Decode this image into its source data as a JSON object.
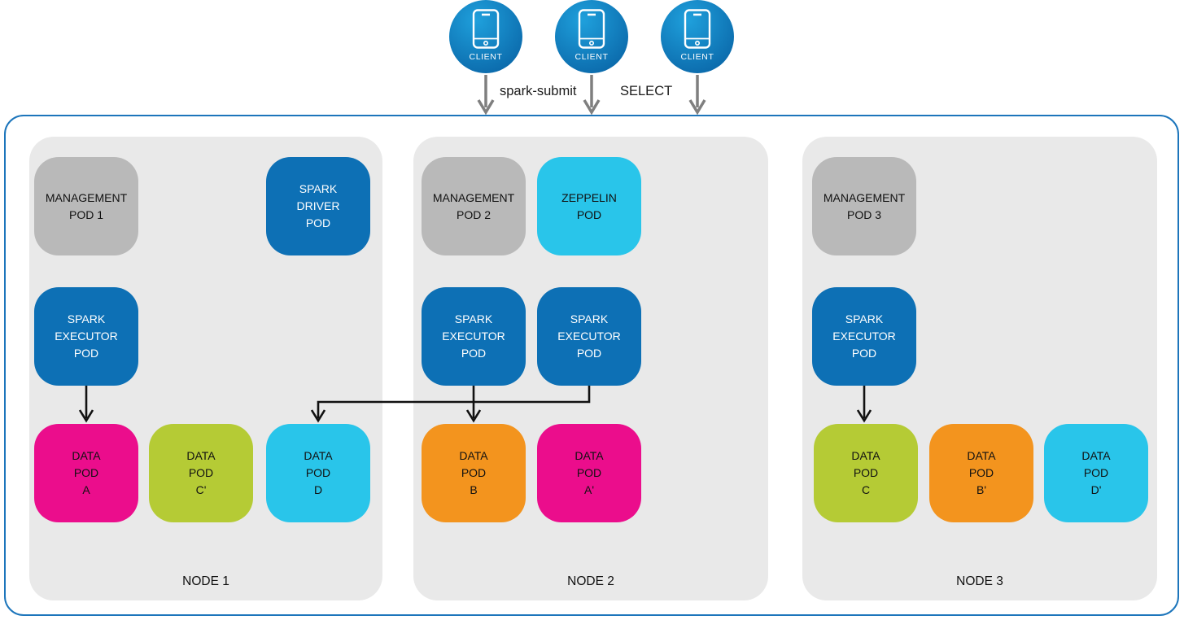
{
  "clients": [
    {
      "label": "CLIENT"
    },
    {
      "label": "CLIENT"
    },
    {
      "label": "CLIENT"
    }
  ],
  "flow_labels": {
    "spark_submit": "spark-submit",
    "select": "SELECT"
  },
  "nodes": [
    {
      "label": "NODE 1",
      "pods": [
        {
          "id": "management-pod-1",
          "color": "gray",
          "lines": [
            "MANAGEMENT",
            "POD 1"
          ]
        },
        {
          "id": "spark-driver-pod",
          "color": "blue",
          "lines": [
            "SPARK",
            "DRIVER",
            "POD"
          ]
        },
        {
          "id": "spark-executor-pod",
          "color": "blue",
          "lines": [
            "SPARK",
            "EXECUTOR",
            "POD"
          ]
        },
        {
          "id": "data-pod-a",
          "color": "magenta",
          "lines": [
            "DATA",
            "POD",
            "A"
          ]
        },
        {
          "id": "data-pod-c-prime",
          "color": "lime",
          "lines": [
            "DATA",
            "POD",
            "C'"
          ]
        },
        {
          "id": "data-pod-d",
          "color": "cyan",
          "lines": [
            "DATA",
            "POD",
            "D"
          ]
        }
      ]
    },
    {
      "label": "NODE 2",
      "pods": [
        {
          "id": "management-pod-2",
          "color": "gray",
          "lines": [
            "MANAGEMENT",
            "POD 2"
          ]
        },
        {
          "id": "zeppelin-pod",
          "color": "cyan",
          "lines": [
            "ZEPPELIN",
            "POD"
          ]
        },
        {
          "id": "spark-executor-pod-1",
          "color": "blue",
          "lines": [
            "SPARK",
            "EXECUTOR",
            "POD"
          ]
        },
        {
          "id": "spark-executor-pod-2",
          "color": "blue",
          "lines": [
            "SPARK",
            "EXECUTOR",
            "POD"
          ]
        },
        {
          "id": "data-pod-b",
          "color": "orange",
          "lines": [
            "DATA",
            "POD",
            "B"
          ]
        },
        {
          "id": "data-pod-a-prime",
          "color": "magenta",
          "lines": [
            "DATA",
            "POD",
            "A'"
          ]
        }
      ]
    },
    {
      "label": "NODE 3",
      "pods": [
        {
          "id": "management-pod-3",
          "color": "gray",
          "lines": [
            "MANAGEMENT",
            "POD 3"
          ]
        },
        {
          "id": "spark-executor-pod",
          "color": "blue",
          "lines": [
            "SPARK",
            "EXECUTOR",
            "POD"
          ]
        },
        {
          "id": "data-pod-c",
          "color": "lime",
          "lines": [
            "DATA",
            "POD",
            "C"
          ]
        },
        {
          "id": "data-pod-b-prime",
          "color": "orange",
          "lines": [
            "DATA",
            "POD",
            "B'"
          ]
        },
        {
          "id": "data-pod-d-prime",
          "color": "cyan",
          "lines": [
            "DATA",
            "POD",
            "D'"
          ]
        }
      ]
    }
  ],
  "edges": [
    {
      "from": "client-1",
      "to": "cluster",
      "label": ""
    },
    {
      "from": "client-2",
      "to": "cluster",
      "label": "spark-submit"
    },
    {
      "from": "client-3",
      "to": "cluster",
      "label": "SELECT"
    },
    {
      "from": "node-1.spark-executor-pod",
      "to": "node-1.data-pod-a"
    },
    {
      "from": "node-2.spark-executor-pod-1",
      "to": "node-2.data-pod-b"
    },
    {
      "from": "node-2.spark-executor-pod-2",
      "to": "node-1.data-pod-d"
    },
    {
      "from": "node-3.spark-executor-pod",
      "to": "node-3.data-pod-c"
    }
  ],
  "colors": {
    "pod_blue": "#0d70b5",
    "pod_cyan": "#29c5ea",
    "pod_lime": "#b5cb35",
    "pod_orange": "#f3941e",
    "pod_magenta": "#eb0d8c",
    "pod_gray": "#b9b9b9",
    "node_background": "#e9e9e9",
    "cluster_border": "#1c75bb",
    "client_gradient_light": "#1fa0dc",
    "client_gradient_dark": "#0c6cad",
    "arrow_gray": "#7f7f7f",
    "arrow_black": "#111111"
  }
}
